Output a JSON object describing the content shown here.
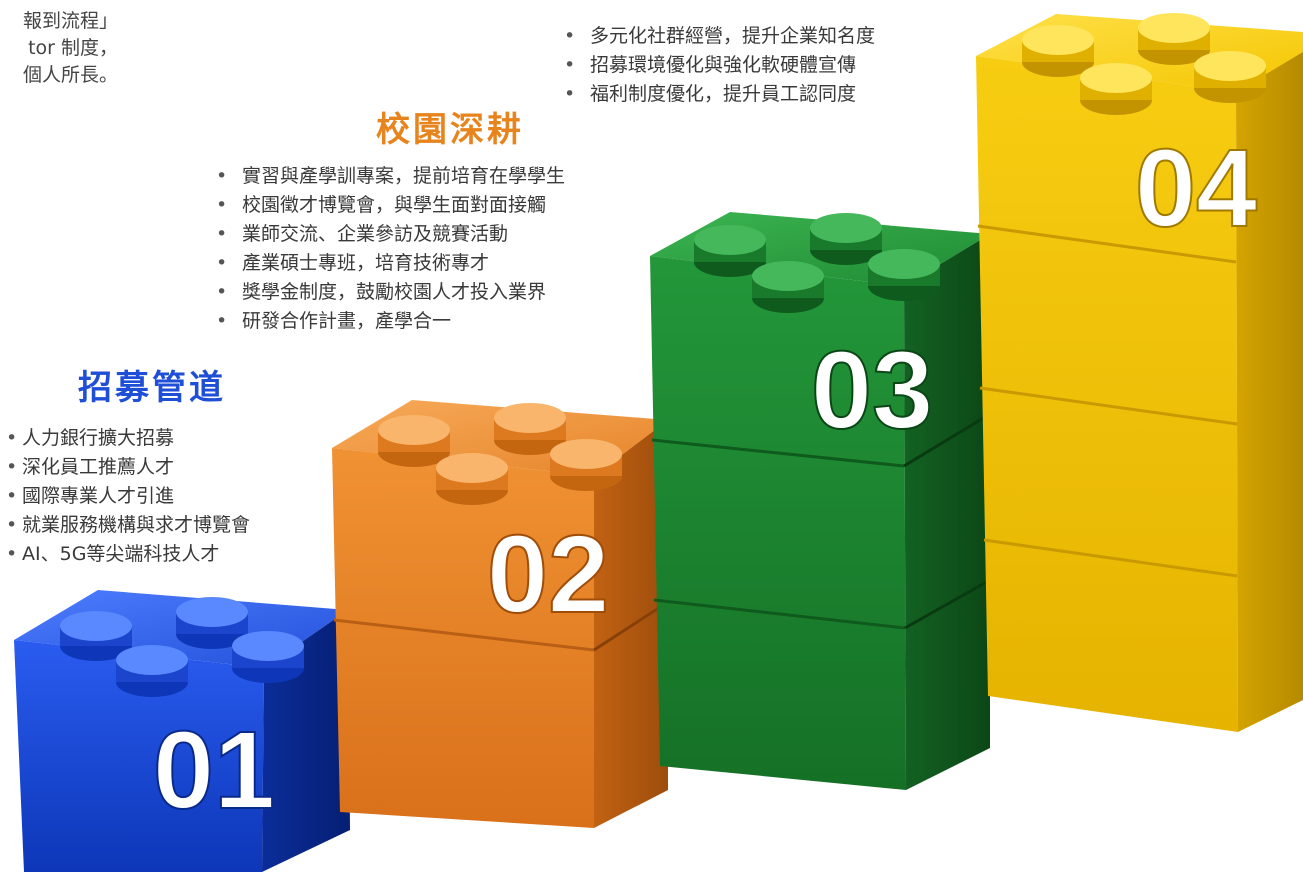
{
  "intro": {
    "lines": [
      "報到流程」",
      "tor 制度，",
      "個人所長。"
    ]
  },
  "steps": [
    {
      "number": "01",
      "color": "#1f4fd6",
      "title": "招募管道",
      "items": [
        "人力銀行擴大招募",
        "深化員工推薦人才",
        "國際專業人才引進",
        "就業服務機構與求才博覽會",
        "AI、5G等尖端科技人才"
      ]
    },
    {
      "number": "02",
      "color": "#e8841e",
      "title": "校園深耕",
      "items": [
        "實習與產學訓專案，提前培育在學學生",
        "校園徵才博覽會，與學生面對面接觸",
        "業師交流、企業參訪及競賽活動",
        "產業碩士專班，培育技術專才",
        "獎學金制度，鼓勵校園人才投入業界",
        "研發合作計畫，產學合一"
      ]
    },
    {
      "number": "03",
      "color": "#1f8a2e",
      "title": "",
      "items": [
        "多元化社群經營，提升企業知名度",
        "招募環境優化與強化軟硬體宣傳",
        "福利制度優化，提升員工認同度"
      ]
    },
    {
      "number": "04",
      "color": "#f2c200"
    }
  ]
}
